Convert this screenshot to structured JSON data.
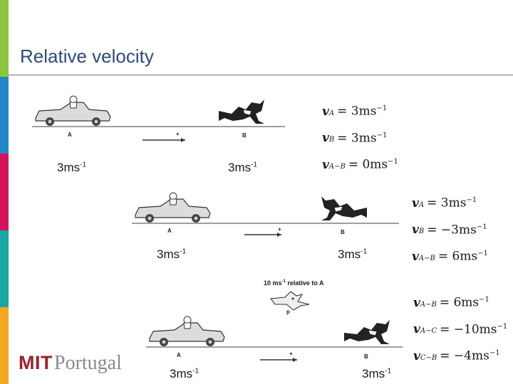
{
  "slide": {
    "title": "Relative velocity",
    "side_colors": [
      "#8cc63f",
      "#1e88c8",
      "#d4145a",
      "#15a9a6",
      "#f4a81d"
    ]
  },
  "scene1": {
    "label_a": "A",
    "label_b": "B",
    "speed_a": "3ms",
    "speed_a_exp": "-1",
    "speed_b": "3ms",
    "speed_b_exp": "-1",
    "arrow_mark": "+",
    "equations": [
      {
        "v": "v",
        "sub": "A",
        "rhs": "= 3ms",
        "exp": "−1"
      },
      {
        "v": "v",
        "sub": "B",
        "rhs": "= 3ms",
        "exp": "−1"
      },
      {
        "v": "v",
        "sub": "A−B",
        "rhs": "= 0ms",
        "exp": "−1"
      }
    ]
  },
  "scene2": {
    "label_a": "A",
    "label_b": "B",
    "speed_a": "3ms",
    "speed_a_exp": "-1",
    "speed_b": "3ms",
    "speed_b_exp": "-1",
    "arrow_mark": "+",
    "equations": [
      {
        "v": "v",
        "sub": "A",
        "rhs": "= 3ms",
        "exp": "−1"
      },
      {
        "v": "v",
        "sub": "B",
        "rhs": "= −3ms",
        "exp": "−1"
      },
      {
        "v": "v",
        "sub": "A−B",
        "rhs": "= 6ms",
        "exp": "−1"
      }
    ]
  },
  "scene3": {
    "label_a": "A",
    "label_b": "B",
    "label_p": "p",
    "relative_text": "10 ms",
    "relative_exp": "-1",
    "relative_suffix": " relative to A",
    "speed_a": "3ms",
    "speed_a_exp": "-1",
    "speed_b": "3ms",
    "speed_b_exp": "-1",
    "arrow_mark": "+",
    "equations": [
      {
        "v": "v",
        "sub": "A−B",
        "rhs": "= 6ms",
        "exp": "−1"
      },
      {
        "v": "v",
        "sub": "A−C",
        "rhs": "= −10ms",
        "exp": "−1"
      },
      {
        "v": "v",
        "sub": "C−B",
        "rhs": "= −4ms",
        "exp": "−1"
      }
    ]
  },
  "logo": {
    "mit": "MIT",
    "portugal": "Portugal"
  }
}
